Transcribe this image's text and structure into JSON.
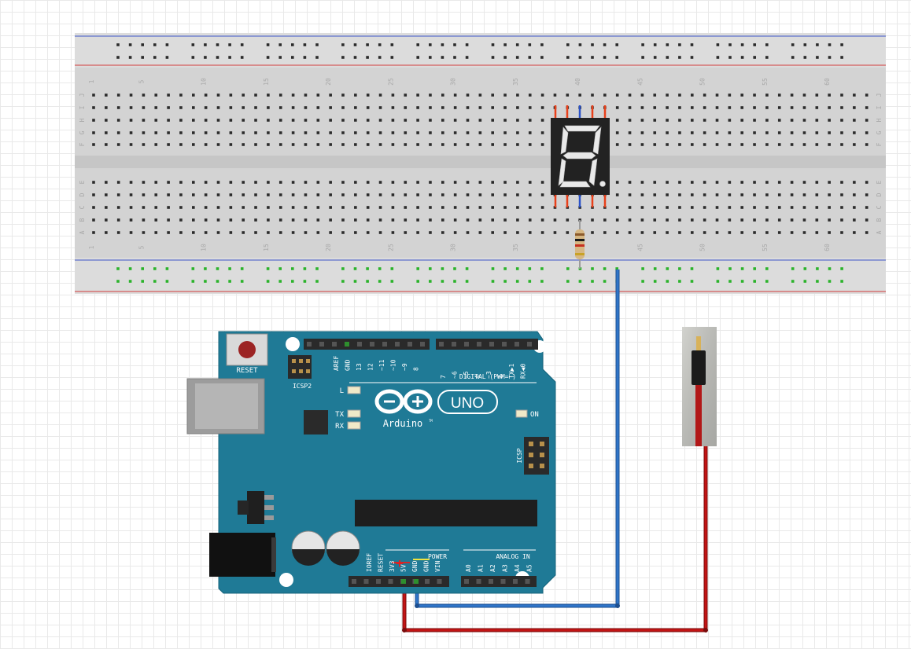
{
  "breadboard": {
    "column_numbers": [
      "1",
      "5",
      "10",
      "15",
      "20",
      "25",
      "30",
      "35",
      "40",
      "45",
      "50",
      "55",
      "60"
    ],
    "row_letters_top": [
      "J",
      "I",
      "H",
      "G",
      "F"
    ],
    "row_letters_bottom": [
      "E",
      "D",
      "C",
      "B",
      "A"
    ]
  },
  "seven_segment": {
    "digit_shown": "8",
    "decimal_point": true
  },
  "arduino": {
    "reset_label": "RESET",
    "icsp2_label": "ICSP2",
    "icsp_label": "ICSP",
    "digital_label": "DIGITAL (PWM=~)",
    "digital_pins_left": [
      "AREF",
      "GND",
      "13",
      "12",
      "~11",
      "~10",
      "~9",
      "8"
    ],
    "digital_pins_right": [
      "7",
      "~6",
      "~5",
      "4",
      "~3",
      "2",
      "TX▶1",
      "RX◀0"
    ],
    "led_l": "L",
    "led_tx": "TX",
    "led_rx": "RX",
    "led_on": "ON",
    "logo_uno": "UNO",
    "logo_brand": "Arduino",
    "trademark": "TM",
    "power_label": "POWER",
    "power_pins": [
      "IOREF",
      "RESET",
      "3V3",
      "5V",
      "GND",
      "GND",
      "VIN"
    ],
    "analog_label": "ANALOG IN",
    "analog_pins": [
      "A0",
      "A1",
      "A2",
      "A3",
      "A4",
      "A5"
    ],
    "plus_marker": "+"
  },
  "colors": {
    "board_teal": "#1f7a96",
    "wire_red": "#c31414",
    "wire_blue": "#2f75c9",
    "breadboard": "#dcdcdc",
    "rail_red": "#d23c3c",
    "rail_blue": "#3b55c8",
    "hole_green": "#2bb32b"
  }
}
